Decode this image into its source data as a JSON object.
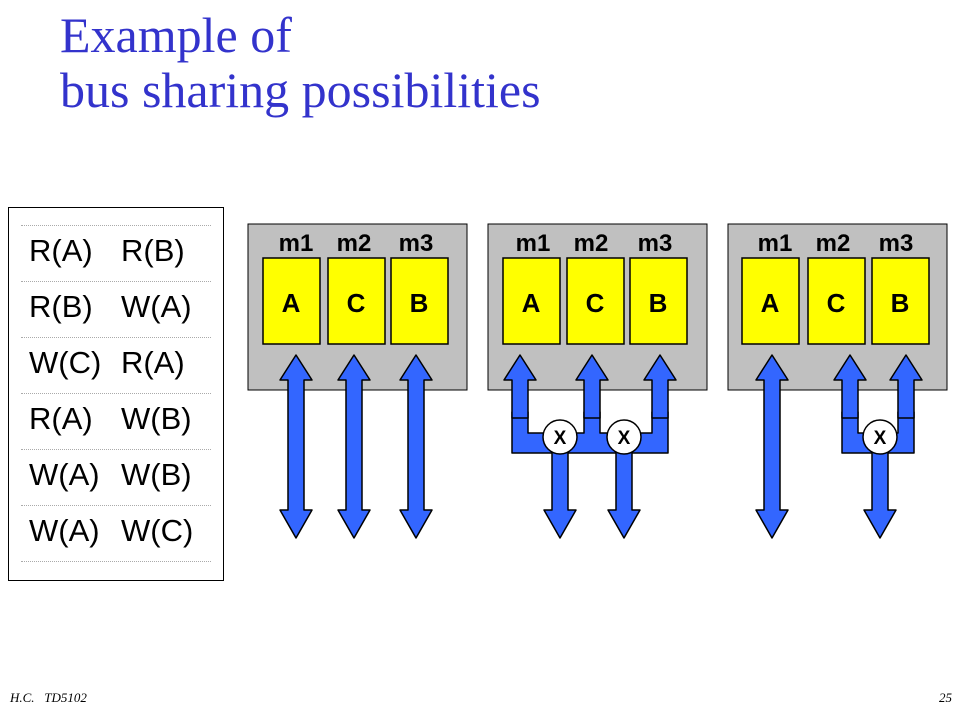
{
  "title": {
    "line1": "Example of",
    "line2": "bus sharing possibilities"
  },
  "operations": [
    {
      "a": "R(A)",
      "b": "R(B)"
    },
    {
      "a": "R(B)",
      "b": "W(A)"
    },
    {
      "a": "W(C)",
      "b": "R(A)"
    },
    {
      "a": "R(A)",
      "b": "W(B)"
    },
    {
      "a": "W(A)",
      "b": "W(B)"
    },
    {
      "a": "W(A)",
      "b": "W(C)"
    }
  ],
  "memories": [
    "m1",
    "m2",
    "m3"
  ],
  "modules": [
    "A",
    "C",
    "B"
  ],
  "switch_label": "X",
  "footer": {
    "left": "H.C.   TD5102",
    "right": "25"
  },
  "colors": {
    "title": "#3333cc",
    "panel": "#c0c0c0",
    "module": "#ffff00",
    "bus": "#3366ff"
  }
}
